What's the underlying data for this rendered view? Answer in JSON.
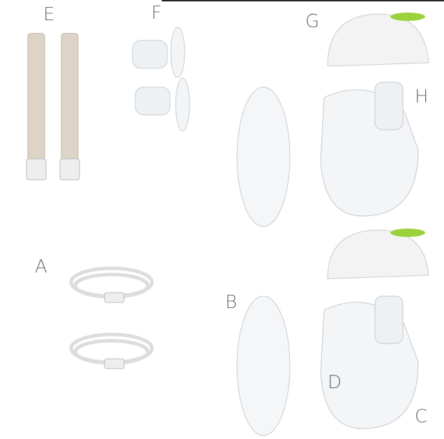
{
  "labels": {
    "a": "A",
    "b": "B",
    "c": "C",
    "d": "D",
    "e": "E",
    "f": "F",
    "g": "G",
    "h": "H"
  },
  "colors": {
    "label": "#6b6b6b",
    "accent": "#9bd23c",
    "strap": "#d9cfc3",
    "clear": "#e6e9ec"
  }
}
